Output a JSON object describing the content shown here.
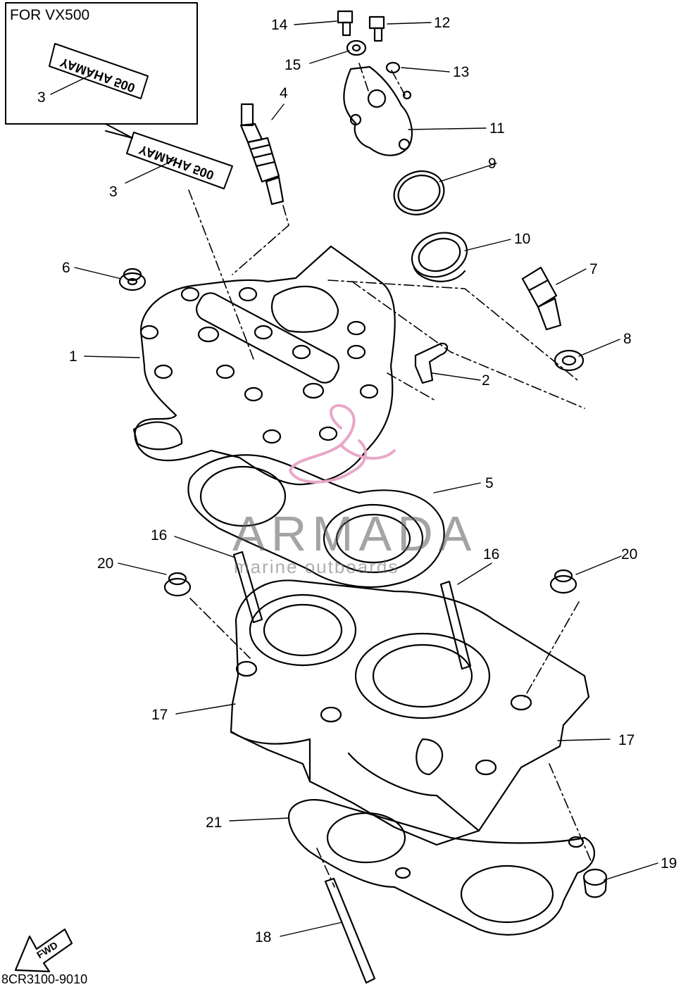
{
  "inset": {
    "title": "FOR VX500"
  },
  "decal_text": "YAMAHA 500",
  "drawing_code": "8CR3100-9010",
  "fwd_label": "FWD",
  "watermark": {
    "main": "ARMADA",
    "sub": "marine outboards",
    "logo_color": "#e8a8c8"
  },
  "colors": {
    "line": "#000000",
    "background": "#ffffff"
  },
  "callouts": [
    {
      "id": "c14",
      "label": "14"
    },
    {
      "id": "c12",
      "label": "12"
    },
    {
      "id": "c15",
      "label": "15"
    },
    {
      "id": "c13",
      "label": "13"
    },
    {
      "id": "c4",
      "label": "4"
    },
    {
      "id": "c11",
      "label": "11"
    },
    {
      "id": "c3a",
      "label": "3"
    },
    {
      "id": "c3b",
      "label": "3"
    },
    {
      "id": "c9",
      "label": "9"
    },
    {
      "id": "c10",
      "label": "10"
    },
    {
      "id": "c6",
      "label": "6"
    },
    {
      "id": "c7",
      "label": "7"
    },
    {
      "id": "c8",
      "label": "8"
    },
    {
      "id": "c1",
      "label": "1"
    },
    {
      "id": "c2",
      "label": "2"
    },
    {
      "id": "c5",
      "label": "5"
    },
    {
      "id": "c16a",
      "label": "16"
    },
    {
      "id": "c16b",
      "label": "16"
    },
    {
      "id": "c20a",
      "label": "20"
    },
    {
      "id": "c20b",
      "label": "20"
    },
    {
      "id": "c17a",
      "label": "17"
    },
    {
      "id": "c17b",
      "label": "17"
    },
    {
      "id": "c21",
      "label": "21"
    },
    {
      "id": "c19",
      "label": "19"
    },
    {
      "id": "c18",
      "label": "18"
    }
  ]
}
